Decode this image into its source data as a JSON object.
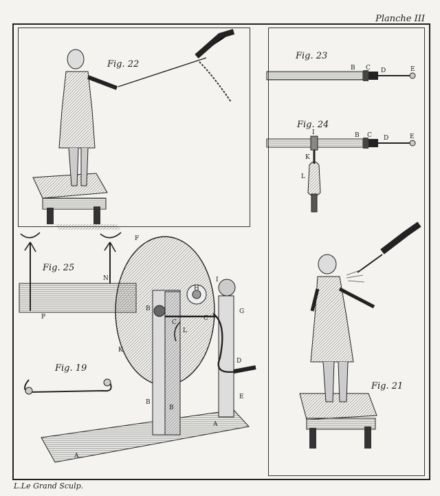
{
  "plate": {
    "title": "Planche III",
    "engraver": "L.Le Grand Sculp."
  },
  "figures": {
    "fig22": "Fig. 22",
    "fig23": "Fig. 23",
    "fig24": "Fig. 24",
    "fig25": "Fig. 25",
    "fig19": "Fig. 19",
    "fig21": "Fig. 21"
  },
  "letters": {
    "f23": [
      "B",
      "C",
      "D",
      "E"
    ],
    "f24": [
      "B",
      "C",
      "D",
      "E",
      "I",
      "K",
      "L"
    ],
    "f25": [
      "F",
      "N",
      "P"
    ],
    "machine": [
      "H",
      "I",
      "B",
      "C",
      "L",
      "C",
      "G",
      "K",
      "D",
      "E",
      "B",
      "B",
      "A",
      "A"
    ]
  },
  "colors": {
    "ink": "#1a1a1a",
    "paper": "#f4f3ef",
    "hatch": "#6a6a6a"
  }
}
